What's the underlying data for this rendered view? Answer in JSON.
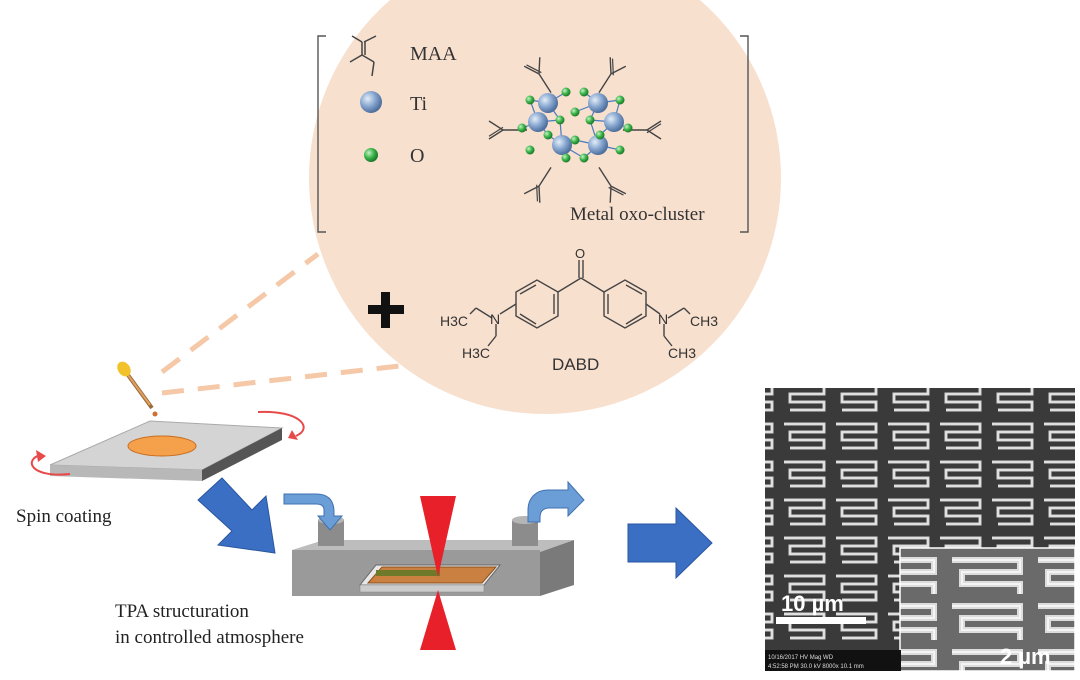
{
  "legend": {
    "maa_label": "MAA",
    "ti_label": "Ti",
    "o_label": "O"
  },
  "cluster_caption": "Metal oxo-cluster",
  "photoinitiator": {
    "name": "DABD",
    "left_ch3_top": "H3C",
    "left_ch3_bottom": "H3C",
    "right_ch3_top": "CH3",
    "right_ch3_bottom": "CH3",
    "n_left": "N",
    "n_right": "N",
    "carbonyl_o": "O"
  },
  "steps": {
    "spin_coating": "Spin coating",
    "tpa_line1": "TPA structuration",
    "tpa_line2": "in controlled atmosphere"
  },
  "sem": {
    "scale_main": "10 µm",
    "scale_inset": "2 µm",
    "info_line1": "10/16/2017 HV Mag WD",
    "info_line2": "4:52:58 PM 30.0 kV 8000x 10.1 mm"
  },
  "colors": {
    "circle_fill": "#f8e0cf",
    "ti_atom": "#7a9cc8",
    "o_atom": "#3cb54a",
    "arrow_blue": "#3a6fc4",
    "laser_red": "#e8202a",
    "resin_orange": "#f5a04a",
    "rotation_red": "#e84a4a"
  }
}
